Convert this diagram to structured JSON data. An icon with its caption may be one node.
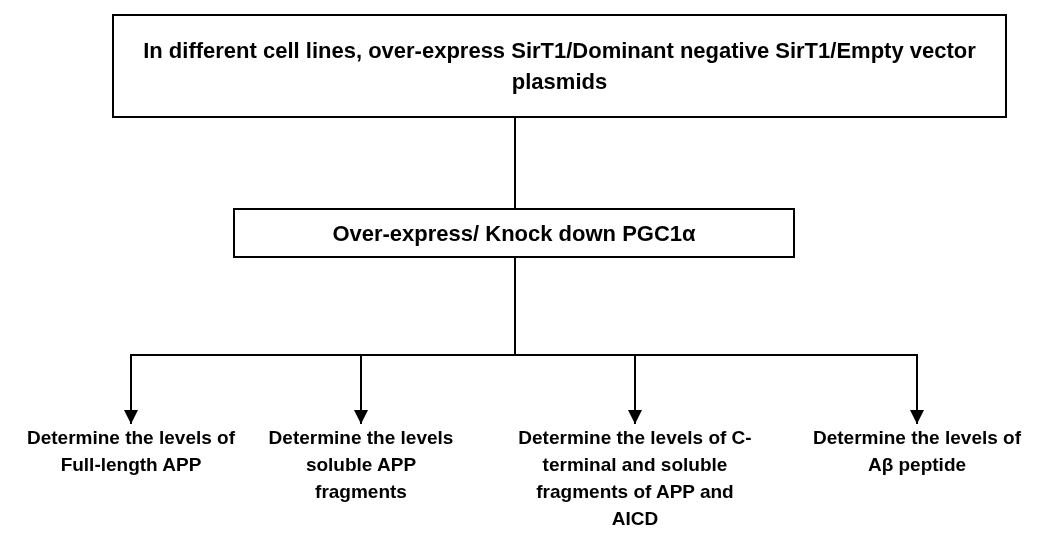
{
  "diagram": {
    "nodes": [
      {
        "text": [
          "In different cell lines, over-express SirT1/Dominant negative SirT1/Empty vector plasmids"
        ]
      },
      {
        "text": [
          "Over-express/ Knock down PGC1α"
        ]
      },
      {
        "text": [
          "Determine the levels of Full-length APP"
        ]
      },
      {
        "text": [
          "Determine the levels soluble APP fragments"
        ]
      },
      {
        "text": [
          "Determine the levels of C-terminal and soluble fragments of APP and AICD"
        ]
      },
      {
        "text": [
          "Determine the levels of Aβ peptide"
        ]
      }
    ],
    "edges": [
      {
        "from": 0,
        "to": 1,
        "arrow": "none"
      },
      {
        "from": 1,
        "to": 2,
        "arrow": "to"
      },
      {
        "from": 1,
        "to": 3,
        "arrow": "to"
      },
      {
        "from": 1,
        "to": 4,
        "arrow": "to"
      },
      {
        "from": 1,
        "to": 5,
        "arrow": "to"
      }
    ]
  }
}
